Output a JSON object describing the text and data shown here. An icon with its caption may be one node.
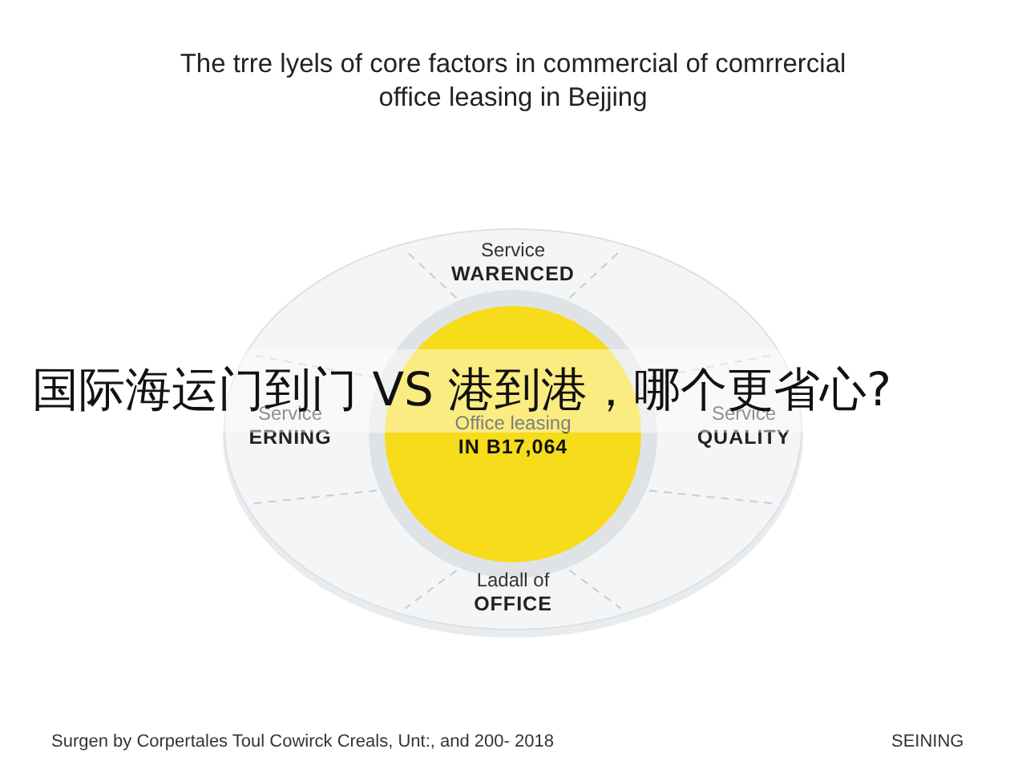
{
  "diagram": {
    "title": "The trre lyels of core factors in commercial of comrrercial office leasing in Bejjing",
    "nodes": [
      {
        "text": [],
        "shape": "circle"
      },
      {
        "text": [
          "Service",
          "WARENCED"
        ],
        "in": 0
      },
      {
        "text": [
          "Service",
          "ERNING"
        ],
        "in": 0
      },
      {
        "text": [
          "Office leasing",
          "IN B17,064"
        ],
        "in": 0
      },
      {
        "text": [
          "Service",
          "QUALITY"
        ],
        "in": 0
      },
      {
        "text": [
          "Ladall of",
          "OFFICE"
        ],
        "in": 0
      }
    ],
    "labels": [
      "国际海运门到门 VS 港到港，哪个更省心?",
      "Surgen by Corpertales Toul Cowirck Creals, Unt:, and 200- 2018",
      "SEINING"
    ]
  }
}
